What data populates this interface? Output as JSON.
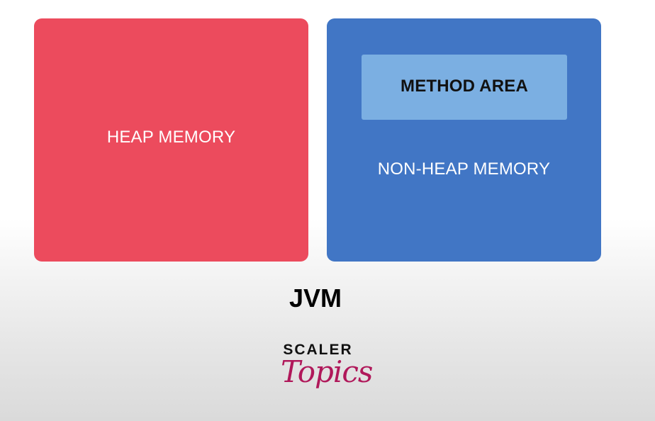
{
  "diagram": {
    "heap": {
      "label": "HEAP MEMORY",
      "color": "#ec4b5d"
    },
    "non_heap": {
      "label": "NON-HEAP MEMORY",
      "color": "#4176c5",
      "method_area": {
        "label": "METHOD AREA",
        "color": "#7bafe2"
      }
    },
    "caption": "JVM"
  },
  "logo": {
    "line1": "SCALER",
    "line2": "Topics",
    "accent_color": "#b0185a"
  }
}
